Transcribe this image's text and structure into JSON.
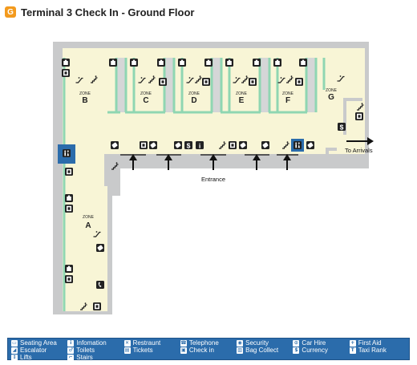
{
  "header": {
    "badge": "G",
    "title": "Terminal 3 Check In - Ground Floor"
  },
  "colors": {
    "floor": "#f8f5d6",
    "wall": "#c9cacb",
    "counter": "#8fd6b2",
    "legend": "#2b6cab",
    "badge": "#f39a1d"
  },
  "zones": [
    {
      "prefix": "ZONE",
      "letter": "B"
    },
    {
      "prefix": "ZONE",
      "letter": "C"
    },
    {
      "prefix": "ZONE",
      "letter": "D"
    },
    {
      "prefix": "ZONE",
      "letter": "E"
    },
    {
      "prefix": "ZONE",
      "letter": "F"
    },
    {
      "prefix": "ZONE",
      "letter": "G"
    },
    {
      "prefix": "ZONE",
      "letter": "A"
    }
  ],
  "labels": {
    "entrance": "Entrance",
    "to_arrivals": "To Arrivals"
  },
  "legend": [
    {
      "icon": "seating-area-icon",
      "glyph": "▭",
      "label": "Seating Area"
    },
    {
      "icon": "information-icon",
      "glyph": "i",
      "label": "Infomation"
    },
    {
      "icon": "restaurant-icon",
      "glyph": "✕",
      "label": "Restraunt"
    },
    {
      "icon": "telephone-icon",
      "glyph": "☎",
      "label": "Telephone"
    },
    {
      "icon": "security-icon",
      "glyph": "◉",
      "label": "Security"
    },
    {
      "icon": "car-hire-icon",
      "glyph": "⊙",
      "label": "Car Hire"
    },
    {
      "icon": "first-aid-icon",
      "glyph": "+",
      "label": "First Aid"
    },
    {
      "icon": "escalator-icon",
      "glyph": "◢",
      "label": "Escalator"
    },
    {
      "icon": "toilets-icon",
      "glyph": "♂",
      "label": "Toilets"
    },
    {
      "icon": "tickets-icon",
      "glyph": "▤",
      "label": "Tickets"
    },
    {
      "icon": "check-in-icon",
      "glyph": "▣",
      "label": "Check in"
    },
    {
      "icon": "bag-collect-icon",
      "glyph": "▥",
      "label": "Bag Collect"
    },
    {
      "icon": "currency-icon",
      "glyph": "$",
      "label": "Currency"
    },
    {
      "icon": "taxi-rank-icon",
      "glyph": "T",
      "label": "Taxi Rank"
    },
    {
      "icon": "lifts-icon",
      "glyph": "↕",
      "label": "Lifts"
    },
    {
      "icon": "stairs-icon",
      "glyph": "⌐",
      "label": "Stairs"
    }
  ]
}
